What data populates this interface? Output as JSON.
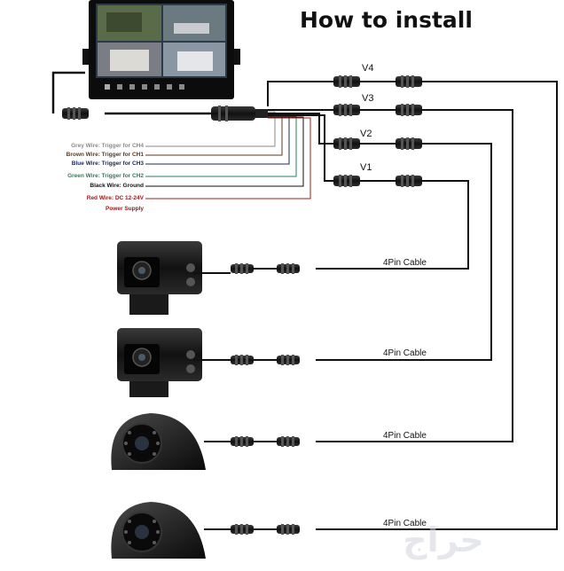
{
  "title": "How to install",
  "wires": [
    {
      "label": "Grey Wire: Trigger for CH4",
      "color": "#8a8a8a"
    },
    {
      "label": "Brown Wire: Trigger for CH1",
      "color": "#5a3a20"
    },
    {
      "label": "Blue Wire: Trigger for CH3",
      "color": "#1a2a60"
    },
    {
      "label": "Green Wire: Trigger for CH2",
      "color": "#2e7d5a"
    },
    {
      "label": "Black Wire: Ground",
      "color": "#111111"
    },
    {
      "label": "Red Wire: DC 12-24V",
      "color": "#a31818"
    },
    {
      "label": "Power Supply",
      "color": "#a31818"
    }
  ],
  "channels": [
    "V4",
    "V3",
    "V2",
    "V1"
  ],
  "cables": [
    "4Pin Cable",
    "4Pin Cable",
    "4Pin Cable",
    "4Pin Cable"
  ],
  "watermark": "حراج"
}
